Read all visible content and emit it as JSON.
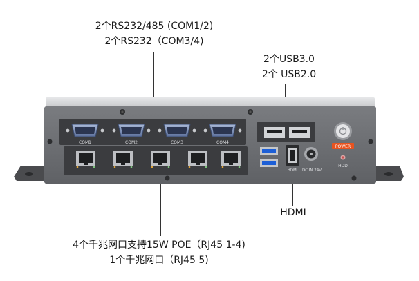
{
  "callouts": {
    "com_line1": "2个RS232/485 (COM1/2)",
    "com_line2": "2个RS232（COM3/4)",
    "usb_line1": "2个USB3.0",
    "usb_line2": "2个 USB2.0",
    "hdmi": "HDMI",
    "rj45_line1": "4个千兆网口支持15W POE（RJ45 1-4)",
    "rj45_line2": "1个千兆网口（RJ45 5)"
  },
  "device": {
    "com_ports": [
      "COM1",
      "COM2",
      "COM3",
      "COM4"
    ],
    "power_label": "POWER",
    "hdd_label": "HDD",
    "hdmi_port_label": "HDMI",
    "dc_in_label": "DC IN 24V"
  },
  "colors": {
    "chassis": "#6b6d70",
    "top_cover": "#d9dadc",
    "power_accent": "#e8531f",
    "usb3_blue": "#1d5fd6",
    "ink": "#1a1a1a"
  }
}
